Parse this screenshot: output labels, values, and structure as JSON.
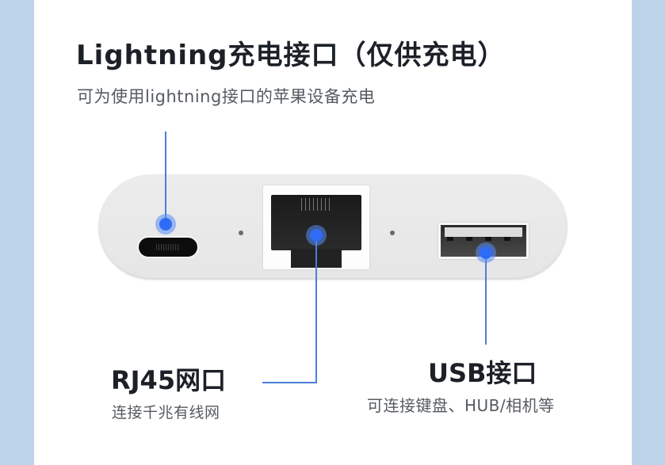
{
  "header": {
    "title": "Lightning充电接口（仅供充电）",
    "subtitle": "可为使用lightning接口的苹果设备充电"
  },
  "callouts": {
    "rj45": {
      "title": "RJ45网口",
      "subtitle": "连接千兆有线网"
    },
    "usb": {
      "title": "USB接口",
      "subtitle": "可连接键盘、HUB/相机等"
    }
  },
  "colors": {
    "background_band": "#bdd3ea",
    "accent_line": "#4a7fd8",
    "accent_dot": "#2f6cf5",
    "title_text": "#1c2128",
    "subtitle_text": "#555b61"
  }
}
